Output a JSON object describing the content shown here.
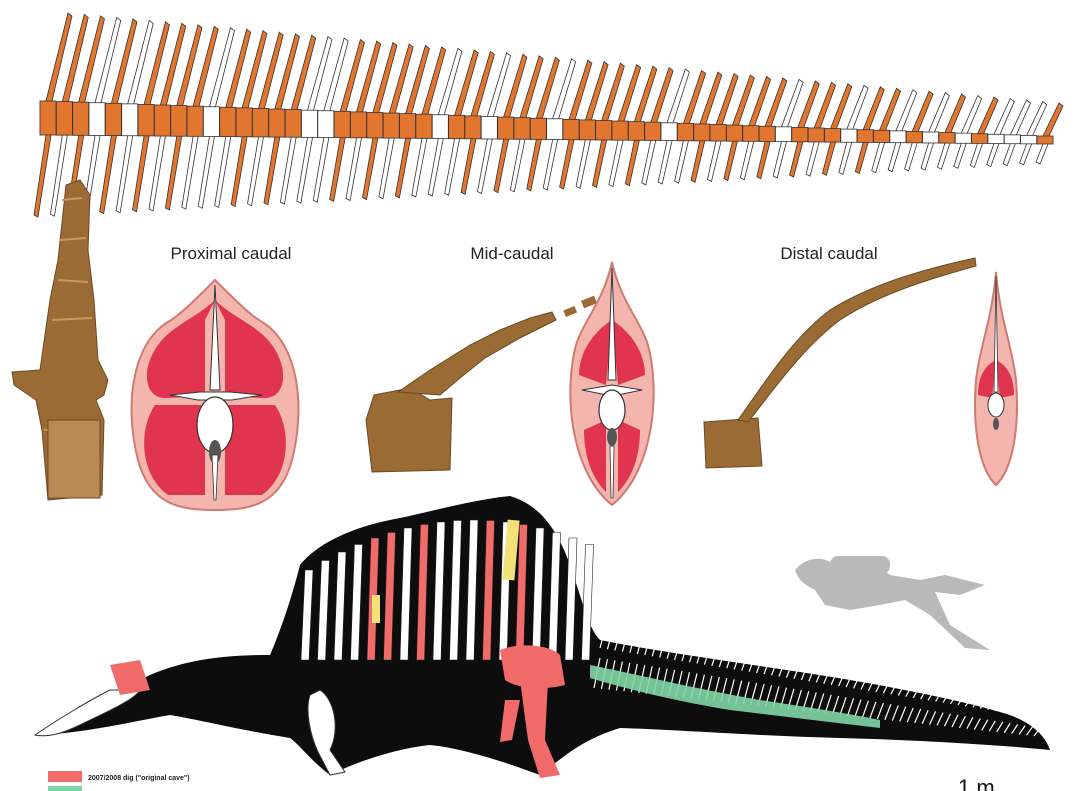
{
  "figure": {
    "sections": [
      {
        "id": "proximal",
        "title": "Proximal caudal"
      },
      {
        "id": "mid",
        "title": "Mid-caudal"
      },
      {
        "id": "distal",
        "title": "Distal caudal"
      }
    ],
    "legend": [
      {
        "label": "2007/2008 dig (\"original cave\")",
        "color": "#f26b6b"
      },
      {
        "label": "",
        "color": "#7fd6a4"
      }
    ],
    "scale_bar": {
      "label": "1 m"
    },
    "colors": {
      "bone_orange": "#e2762f",
      "bone_outline": "#333333",
      "fossil_brown": "#9a6b35",
      "muscle_red": "#e0344f",
      "muscle_pink": "#f3b5ad",
      "silhouette_black": "#0d0d0d",
      "found_red": "#f26b6b",
      "found_green": "#7fd6a4",
      "found_yellow": "#f2e07a",
      "diver_gray": "#b9b9b9"
    }
  }
}
